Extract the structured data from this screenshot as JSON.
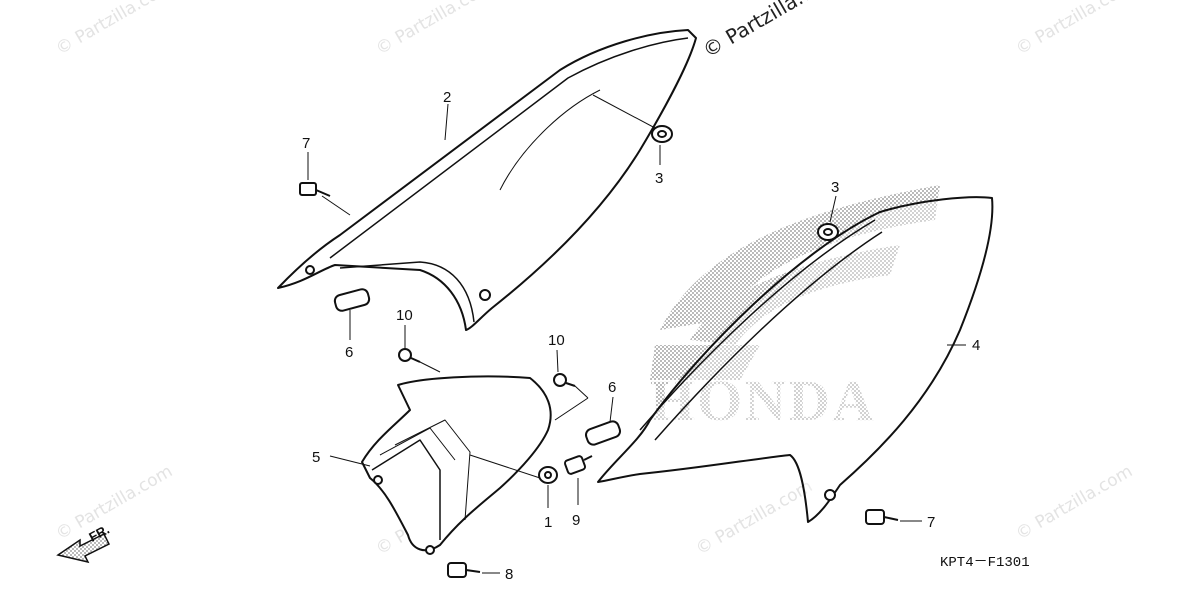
{
  "diagram": {
    "code": "KPT4－F1301",
    "brand_logo": "HONDA",
    "front_marker": "FR.",
    "watermark": "© Partzilla.com",
    "callouts": [
      {
        "id": "c2",
        "label": "2"
      },
      {
        "id": "c3a",
        "label": "3"
      },
      {
        "id": "c3b",
        "label": "3"
      },
      {
        "id": "c4",
        "label": "4"
      },
      {
        "id": "c5",
        "label": "5"
      },
      {
        "id": "c6a",
        "label": "6"
      },
      {
        "id": "c6b",
        "label": "6"
      },
      {
        "id": "c7a",
        "label": "7"
      },
      {
        "id": "c7b",
        "label": "7"
      },
      {
        "id": "c8",
        "label": "8"
      },
      {
        "id": "c9",
        "label": "9"
      },
      {
        "id": "c10a",
        "label": "10"
      },
      {
        "id": "c10b",
        "label": "10"
      },
      {
        "id": "c1",
        "label": "1"
      }
    ]
  }
}
